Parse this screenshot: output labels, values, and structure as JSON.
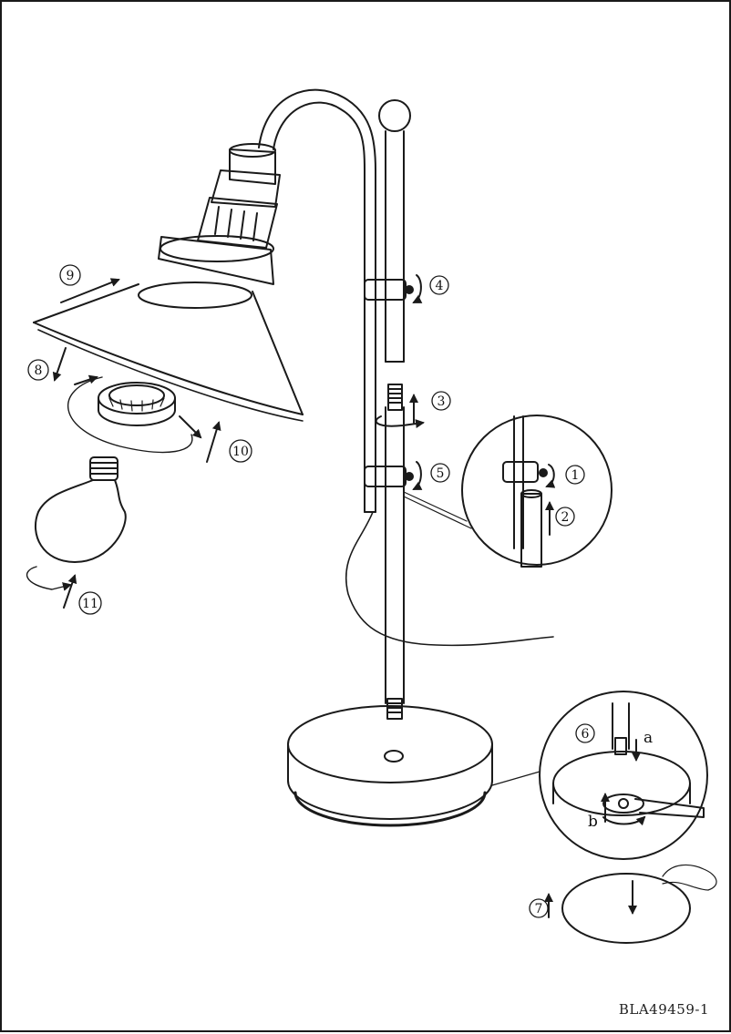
{
  "steps": {
    "s1": "1",
    "s2": "2",
    "s3": "3",
    "s4": "4",
    "s5": "5",
    "s6": "6",
    "s7": "7",
    "s8": "8",
    "s9": "9",
    "s10": "10",
    "s11": "11",
    "a": "a",
    "b": "b"
  },
  "document_code": "BLA49459-1",
  "colors": {
    "line": "#1a1a1a",
    "background": "#ffffff"
  }
}
